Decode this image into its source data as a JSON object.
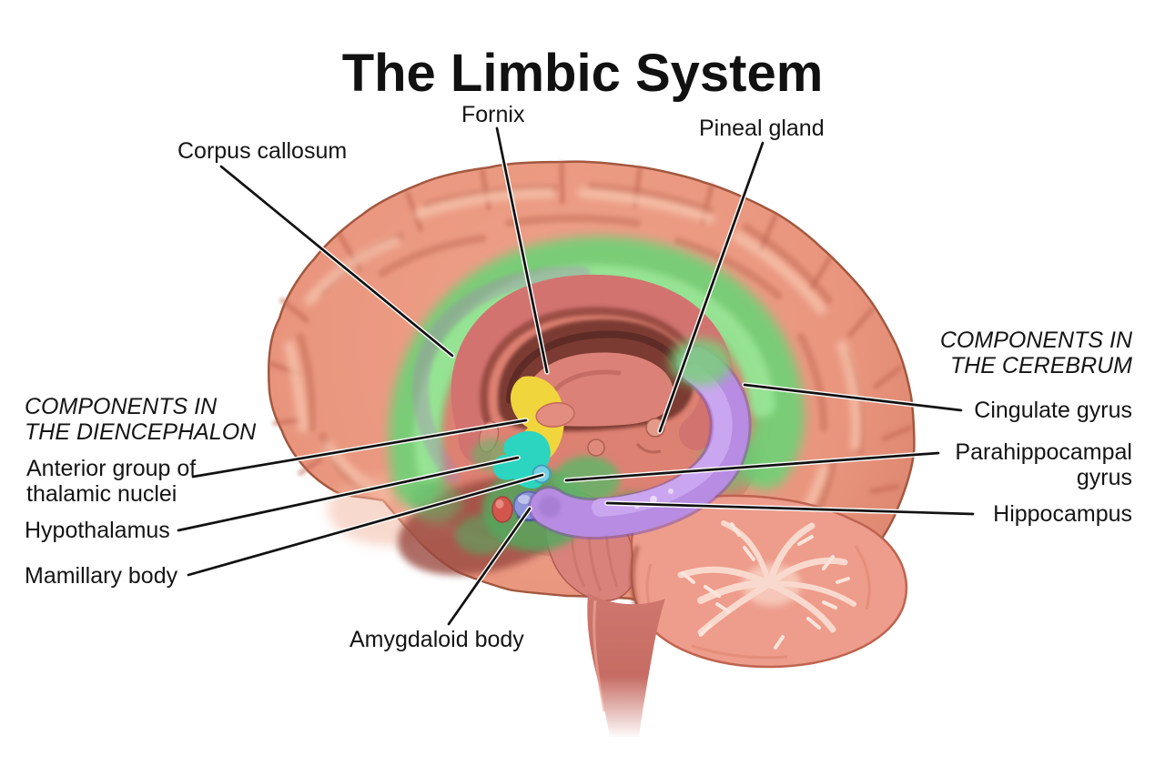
{
  "title": "The Limbic System",
  "labels": {
    "fornix": "Fornix",
    "pineal_gland": "Pineal gland",
    "corpus_callosum": "Corpus callosum",
    "cerebrum_section_header": "COMPONENTS IN\nTHE CEREBRUM",
    "cingulate_gyrus": "Cingulate gyrus",
    "parahippocampal_gyrus": "Parahippocampal\ngyrus",
    "hippocampus": "Hippocampus",
    "diencephalon_section_header": "COMPONENTS IN\nTHE DIENCEPHALON",
    "anterior_thalamic_nuclei": "Anterior group of\nthalamic nuclei",
    "hypothalamus": "Hypothalamus",
    "mamillary_body": "Mamillary body",
    "amygdaloid_body": "Amygdaloid body"
  },
  "structure_colors": {
    "background": "#FFFFFF",
    "cerebrum": "#E9957E",
    "cingulate_gyrus_highlight": "#82D784",
    "hippocampus_purple": "#B78CE2",
    "anterior_thalamic_nuclei_yellow": "#F1D53C",
    "hypothalamus_teal": "#2BD5BF",
    "mamillary_body_cyan": "#76CFE0",
    "amygdaloid_body_blue": "#8C96D9",
    "corpus_callosum_band": "#D27370",
    "cerebellum": "#EE9C8B",
    "leader_line": "#111111"
  }
}
